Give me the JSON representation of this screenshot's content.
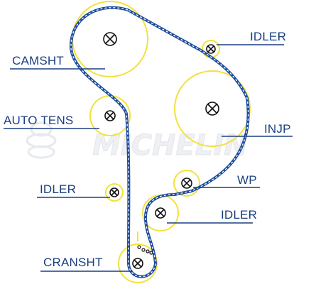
{
  "watermark": "MICHELIN",
  "colors": {
    "belt": "#1e4d9c",
    "pulley": "#f2e23a",
    "label": "#1a3f82",
    "leader": "#1a3f82",
    "watermark": "#eef0f3"
  },
  "labels": {
    "camshaft": "CAMSHT",
    "auto_tensioner": "AUTO TENS",
    "idler_left": "IDLER",
    "crankshaft": "CRANSHT",
    "idler_top": "IDLER",
    "injection_pump": "INJP",
    "water_pump": "WP",
    "idler_bottom": "IDLER"
  }
}
